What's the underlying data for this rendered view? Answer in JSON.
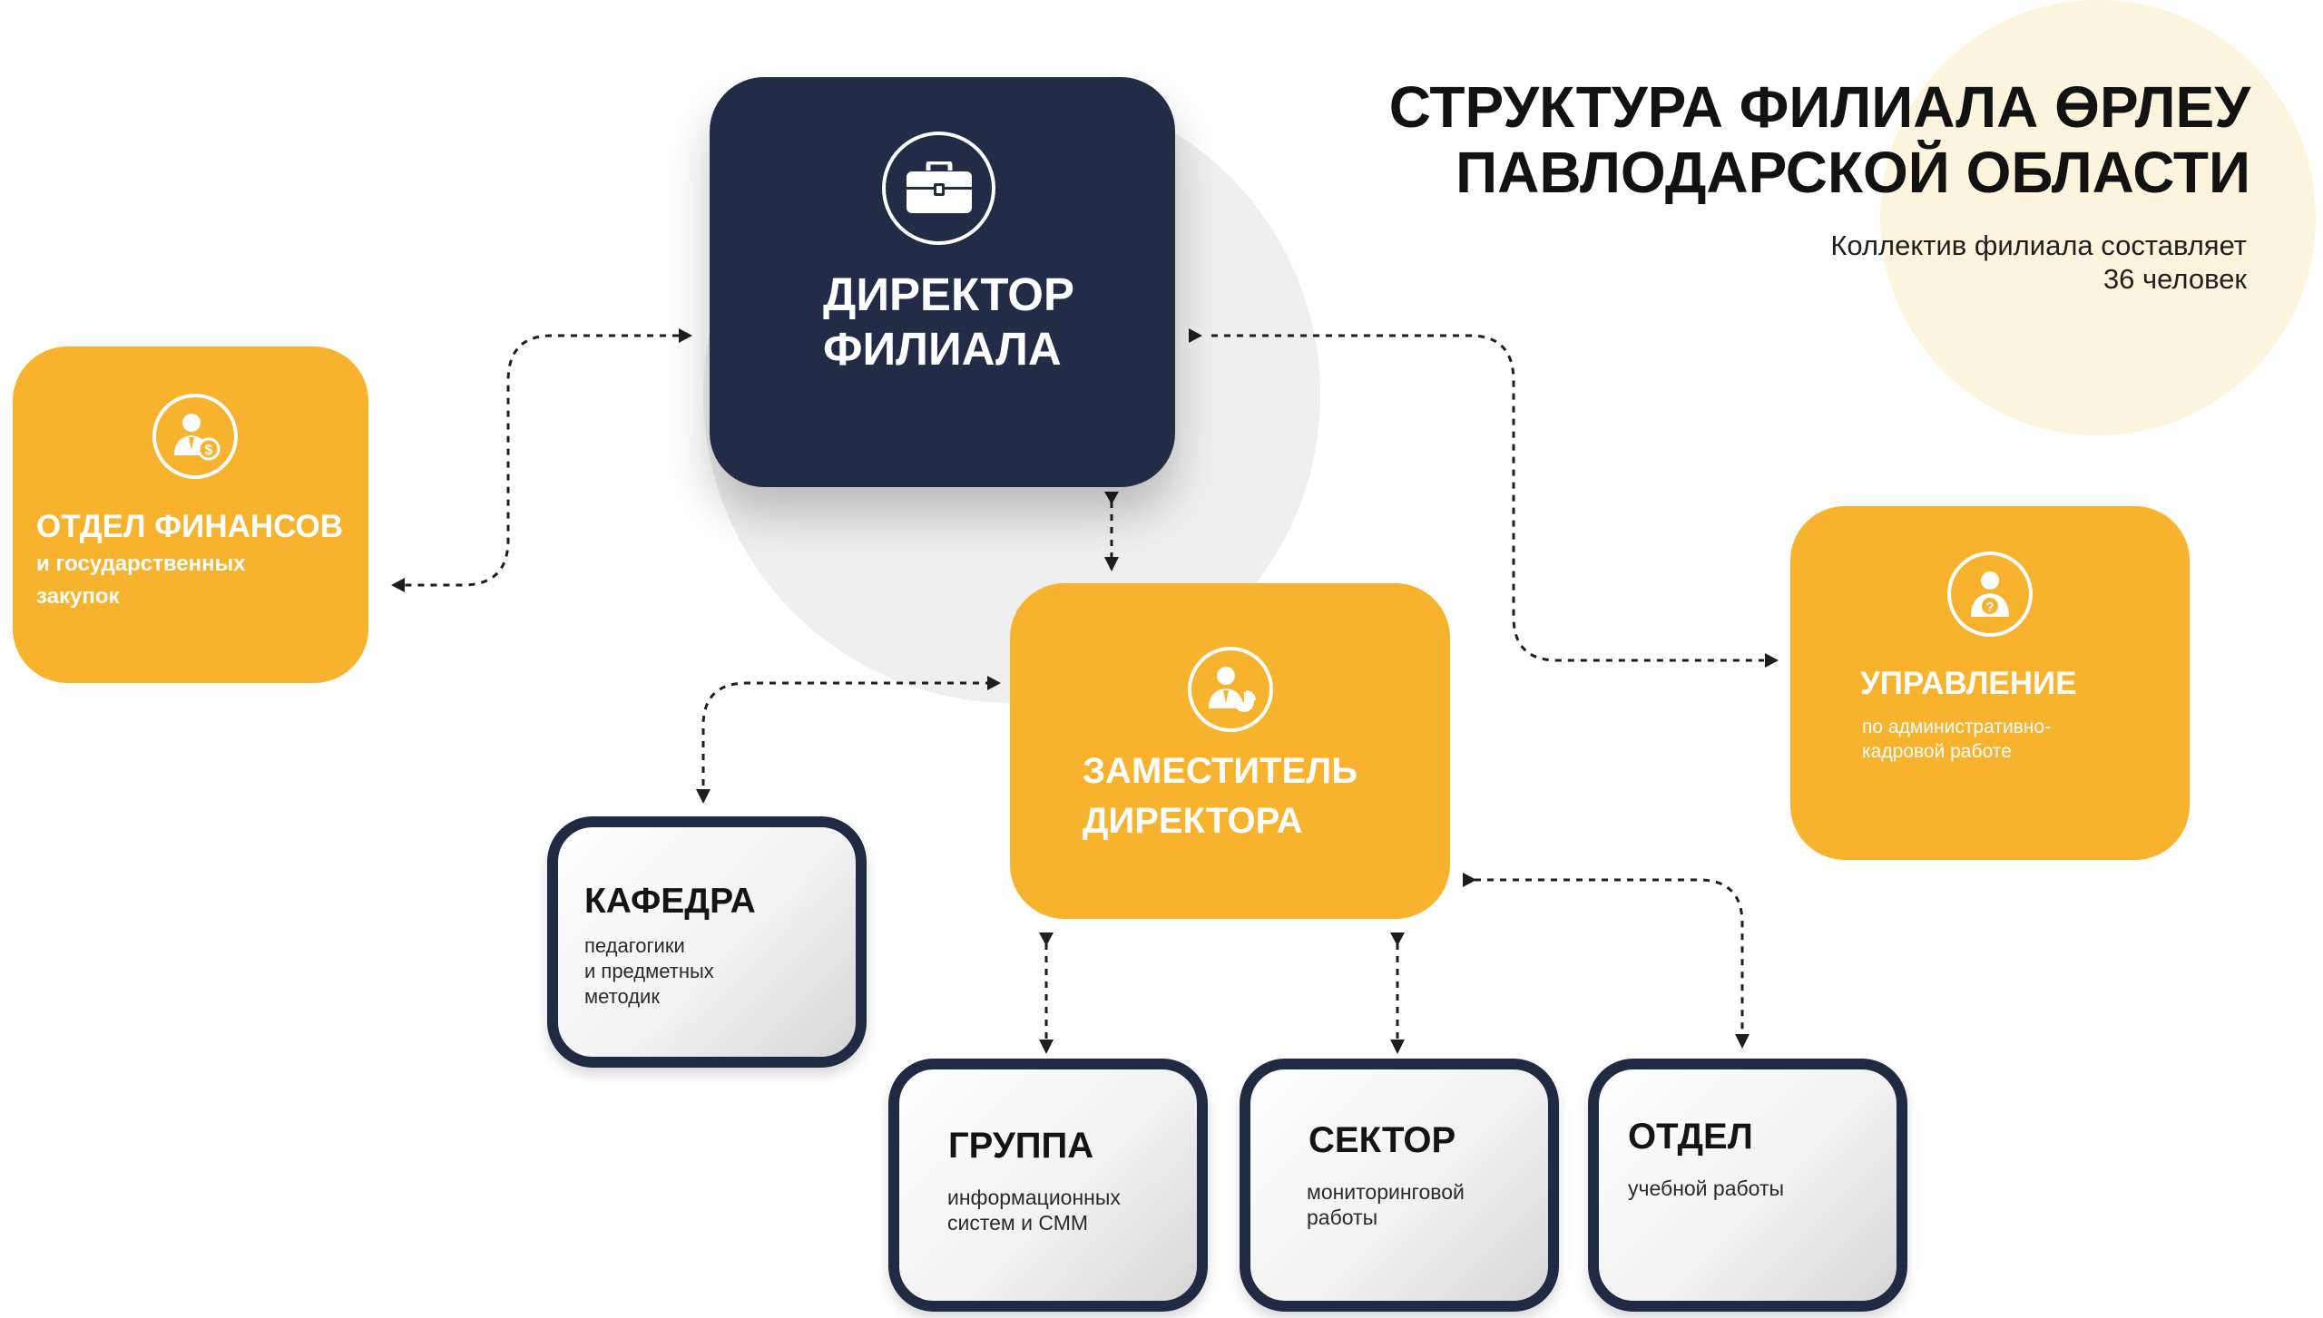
{
  "title": {
    "line1": "СТРУКТУРА ФИЛИАЛА ӨРЛЕУ",
    "line2": "ПАВЛОДАРСКОЙ ОБЛАСТИ"
  },
  "subtitle": {
    "line1": "Коллектив филиала составляет",
    "line2": "36 человек"
  },
  "nodes": {
    "director": {
      "line1": "ДИРЕКТОР",
      "line2": "ФИЛИАЛА",
      "icon": "briefcase-icon"
    },
    "finance": {
      "title": "ОТДЕЛ ФИНАНСОВ",
      "sub1": "и государственных",
      "sub2": "закупок",
      "icon": "finance-person-icon"
    },
    "deputy": {
      "line1": "ЗАМЕСТИТЕЛЬ",
      "line2": "ДИРЕКТОРА",
      "icon": "analyst-person-icon"
    },
    "admin": {
      "title": "УПРАВЛЕНИЕ",
      "sub1": "по административно-",
      "sub2": "кадровой работе",
      "icon": "hr-person-icon"
    },
    "kafedra": {
      "title": "КАФЕДРА",
      "sub1": "педагогики",
      "sub2": "и предметных",
      "sub3": "методик"
    },
    "group": {
      "title": "ГРУППА",
      "sub1": "информационных",
      "sub2": "систем и СММ"
    },
    "sector": {
      "title": "СЕКТОР",
      "sub1": "мониторинговой",
      "sub2": "работы"
    },
    "dept": {
      "title": "ОТДЕЛ",
      "sub1": "учебной работы"
    }
  },
  "colors": {
    "navy": "#222c47",
    "accent_yellow": "#f7b22e",
    "highlight_circle": "#fdf4de",
    "gray_circle": "#efefef"
  }
}
